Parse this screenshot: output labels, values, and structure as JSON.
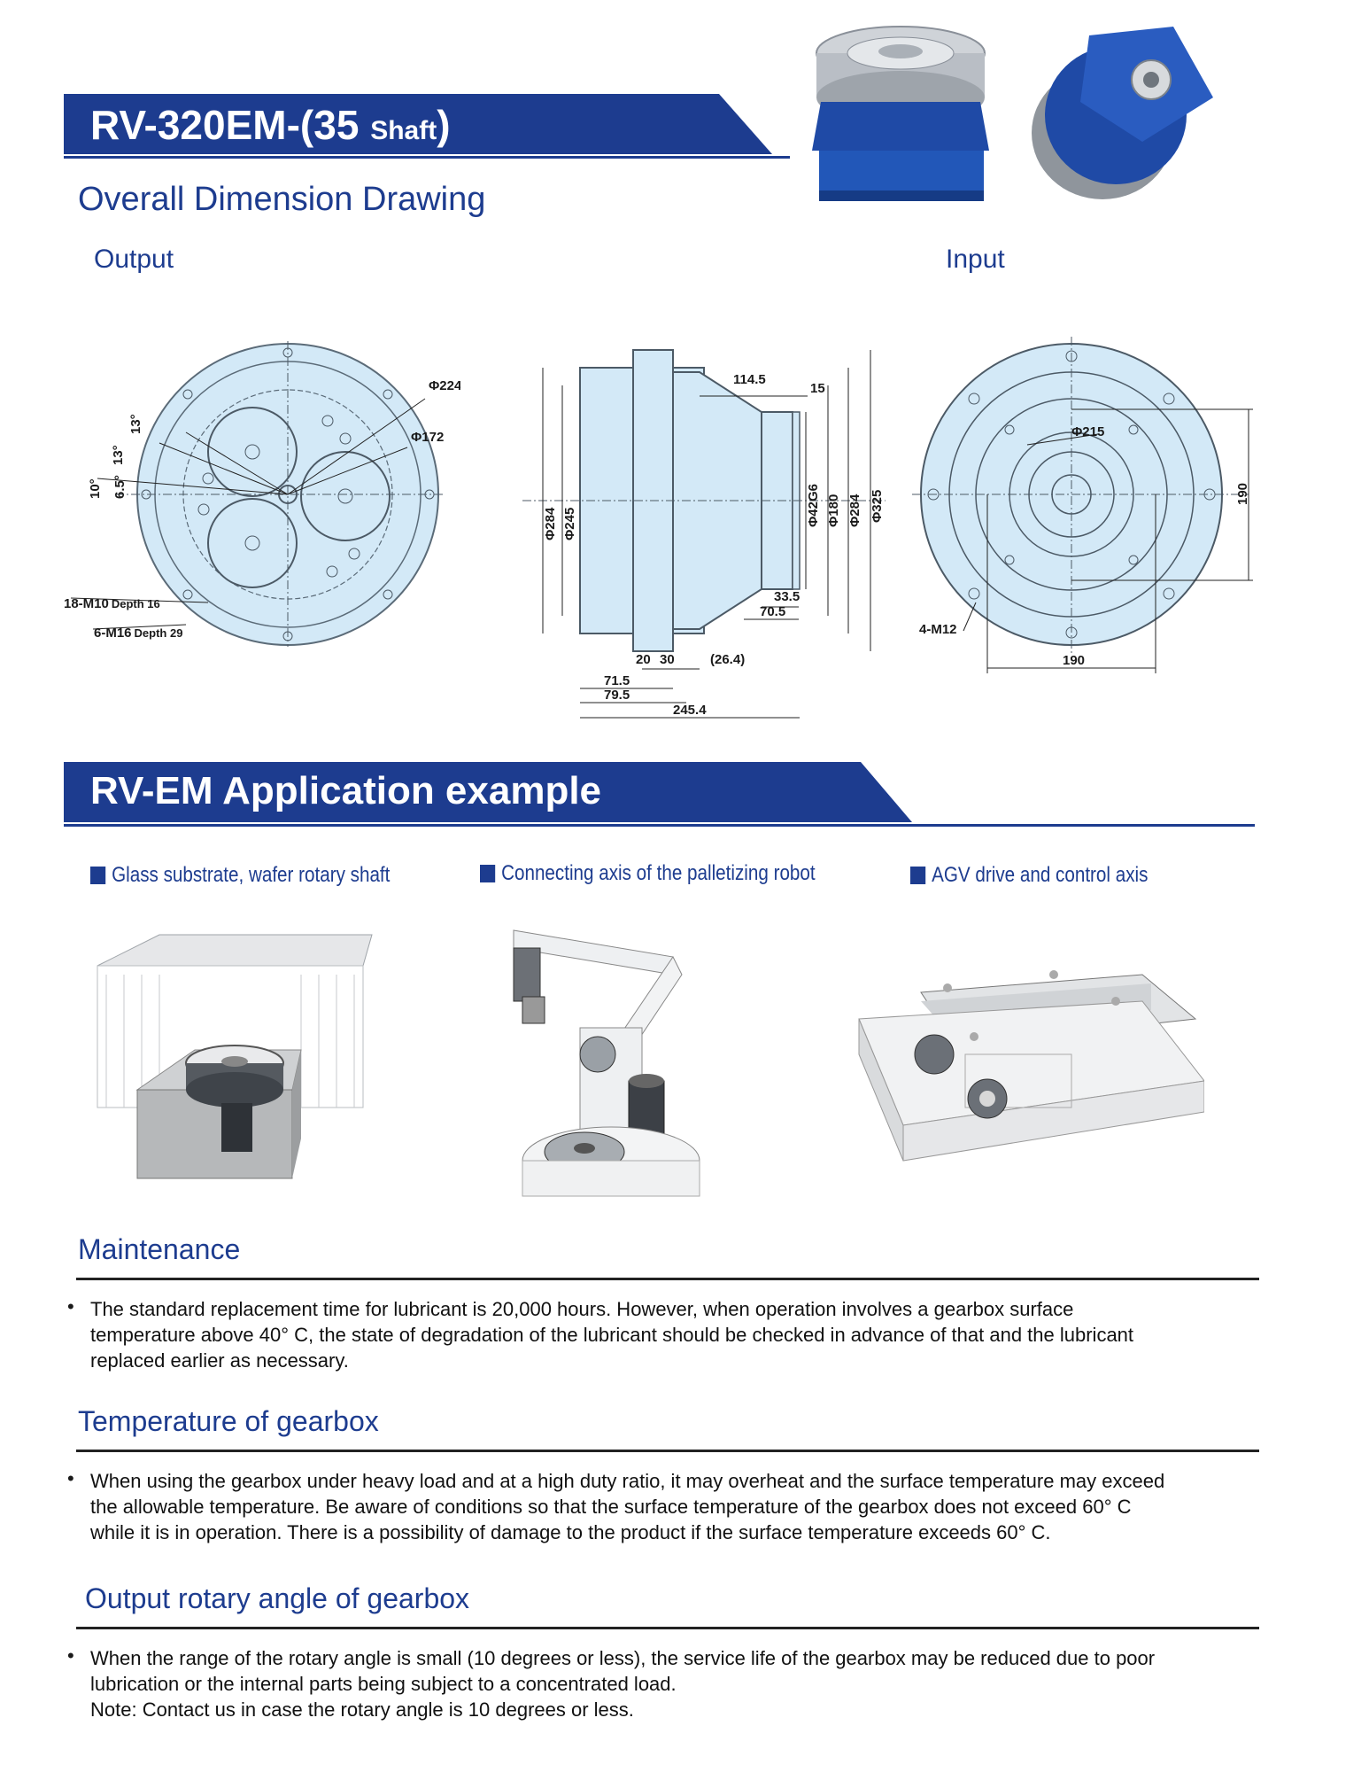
{
  "header": {
    "title_main": "RV-320EM-(35 ",
    "title_small": "Shaft",
    "title_close": ")"
  },
  "drawing": {
    "heading": "Overall Dimension Drawing",
    "output_label": "Output",
    "input_label": "Input",
    "output_dims": {
      "d224": "Φ224",
      "d172": "Φ172",
      "ang13a": "13°",
      "ang13b": "13°",
      "ang65": "6.5°",
      "ang10": "10°",
      "m10": "18-M10",
      "m10_depth": "Depth 16",
      "m16": "6-M16",
      "m16_depth": "Depth 29"
    },
    "side_dims": {
      "d284_left": "Φ284",
      "d245": "Φ245",
      "d42g6": "Φ42G6",
      "d180": "Φ180",
      "d284_right": "Φ284",
      "d325": "Φ325",
      "l114_5": "114.5",
      "l15": "15",
      "l33_5": "33.5",
      "l70_5": "70.5",
      "l20": "20",
      "l30": "30",
      "l26_4": "(26.4)",
      "l71_5": "71.5",
      "l79_5": "79.5",
      "l245_4": "245.4"
    },
    "input_dims": {
      "d215": "Φ215",
      "v190": "190",
      "h190": "190",
      "m12": "4-M12"
    }
  },
  "application": {
    "title": "RV-EM Application example",
    "items": [
      {
        "label": "Glass substrate, wafer rotary shaft"
      },
      {
        "label": "Connecting axis of the palletizing robot"
      },
      {
        "label": "AGV drive and control axis"
      }
    ]
  },
  "maintenance": {
    "heading": "Maintenance",
    "lines": [
      "The standard replacement time for lubricant is 20,000 hours. However, when operation involves a gearbox surface",
      "temperature above 40°  C, the state of degradation of the lubricant should be checked in advance of that and the lubricant",
      "replaced earlier as necessary."
    ]
  },
  "temperature": {
    "heading": "Temperature of gearbox",
    "lines": [
      "When using the gearbox under heavy load and at a high duty ratio, it may overheat and the surface temperature may exceed",
      "the allowable temperature. Be aware of conditions so that the surface temperature of the gearbox does not exceed 60°  C",
      "while it is in operation. There is a possibility of damage to the product if the surface temperature exceeds 60°  C."
    ]
  },
  "rotary": {
    "heading": "Output rotary angle of gearbox",
    "lines": [
      "When the range of the rotary angle is small (10 degrees or less), the service life of the gearbox may be reduced due to poor",
      "lubrication or the internal parts being subject to a concentrated load.",
      "Note: Contact us in case the rotary angle is 10 degrees or less."
    ]
  },
  "colors": {
    "brand_blue": "#1d3c8f",
    "drawing_fill": "#d3e9f7"
  }
}
